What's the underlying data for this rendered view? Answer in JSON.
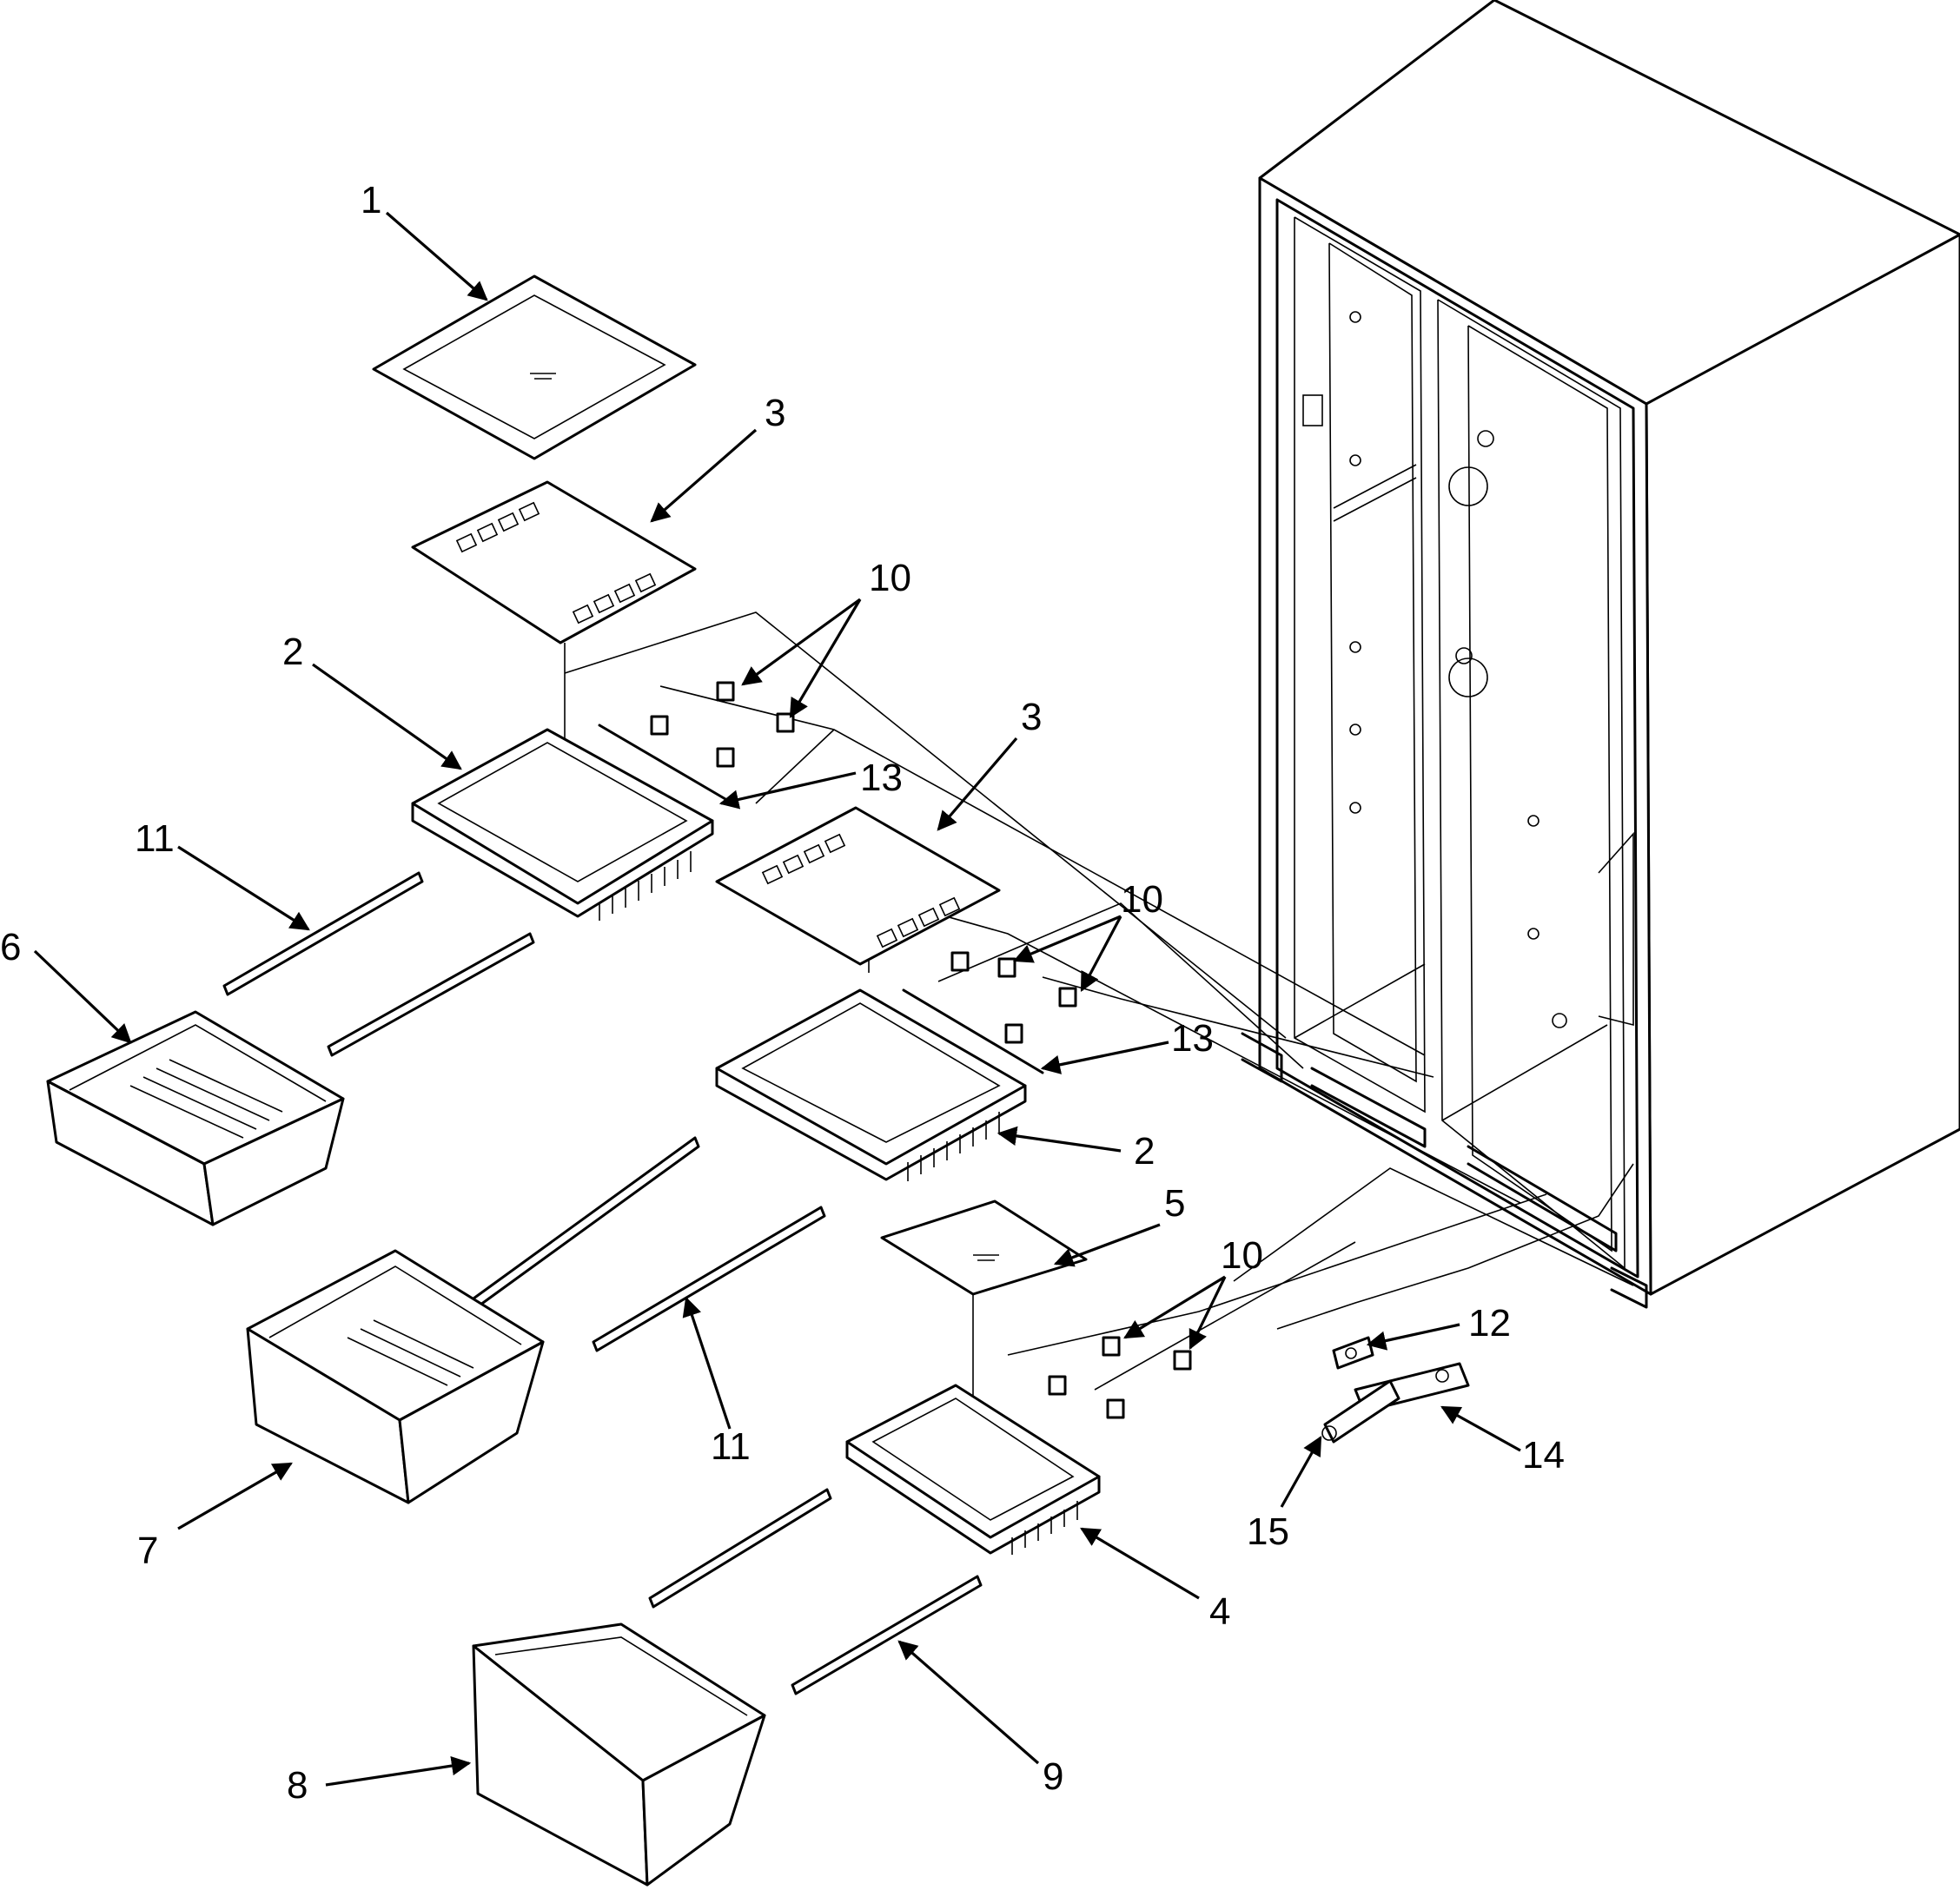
{
  "diagram": {
    "callouts": [
      {
        "id": "c1",
        "label": "1"
      },
      {
        "id": "c2a",
        "label": "2"
      },
      {
        "id": "c2b",
        "label": "2"
      },
      {
        "id": "c3a",
        "label": "3"
      },
      {
        "id": "c3b",
        "label": "3"
      },
      {
        "id": "c4",
        "label": "4"
      },
      {
        "id": "c5",
        "label": "5"
      },
      {
        "id": "c6",
        "label": "6"
      },
      {
        "id": "c7",
        "label": "7"
      },
      {
        "id": "c8",
        "label": "8"
      },
      {
        "id": "c9",
        "label": "9"
      },
      {
        "id": "c10a",
        "label": "10"
      },
      {
        "id": "c10b",
        "label": "10"
      },
      {
        "id": "c10c",
        "label": "10"
      },
      {
        "id": "c11a",
        "label": "11"
      },
      {
        "id": "c11b",
        "label": "11"
      },
      {
        "id": "c12",
        "label": "12"
      },
      {
        "id": "c13a",
        "label": "13"
      },
      {
        "id": "c13b",
        "label": "13"
      },
      {
        "id": "c14",
        "label": "14"
      },
      {
        "id": "c15",
        "label": "15"
      }
    ],
    "stroke_color": "#000000",
    "background": "#ffffff"
  }
}
